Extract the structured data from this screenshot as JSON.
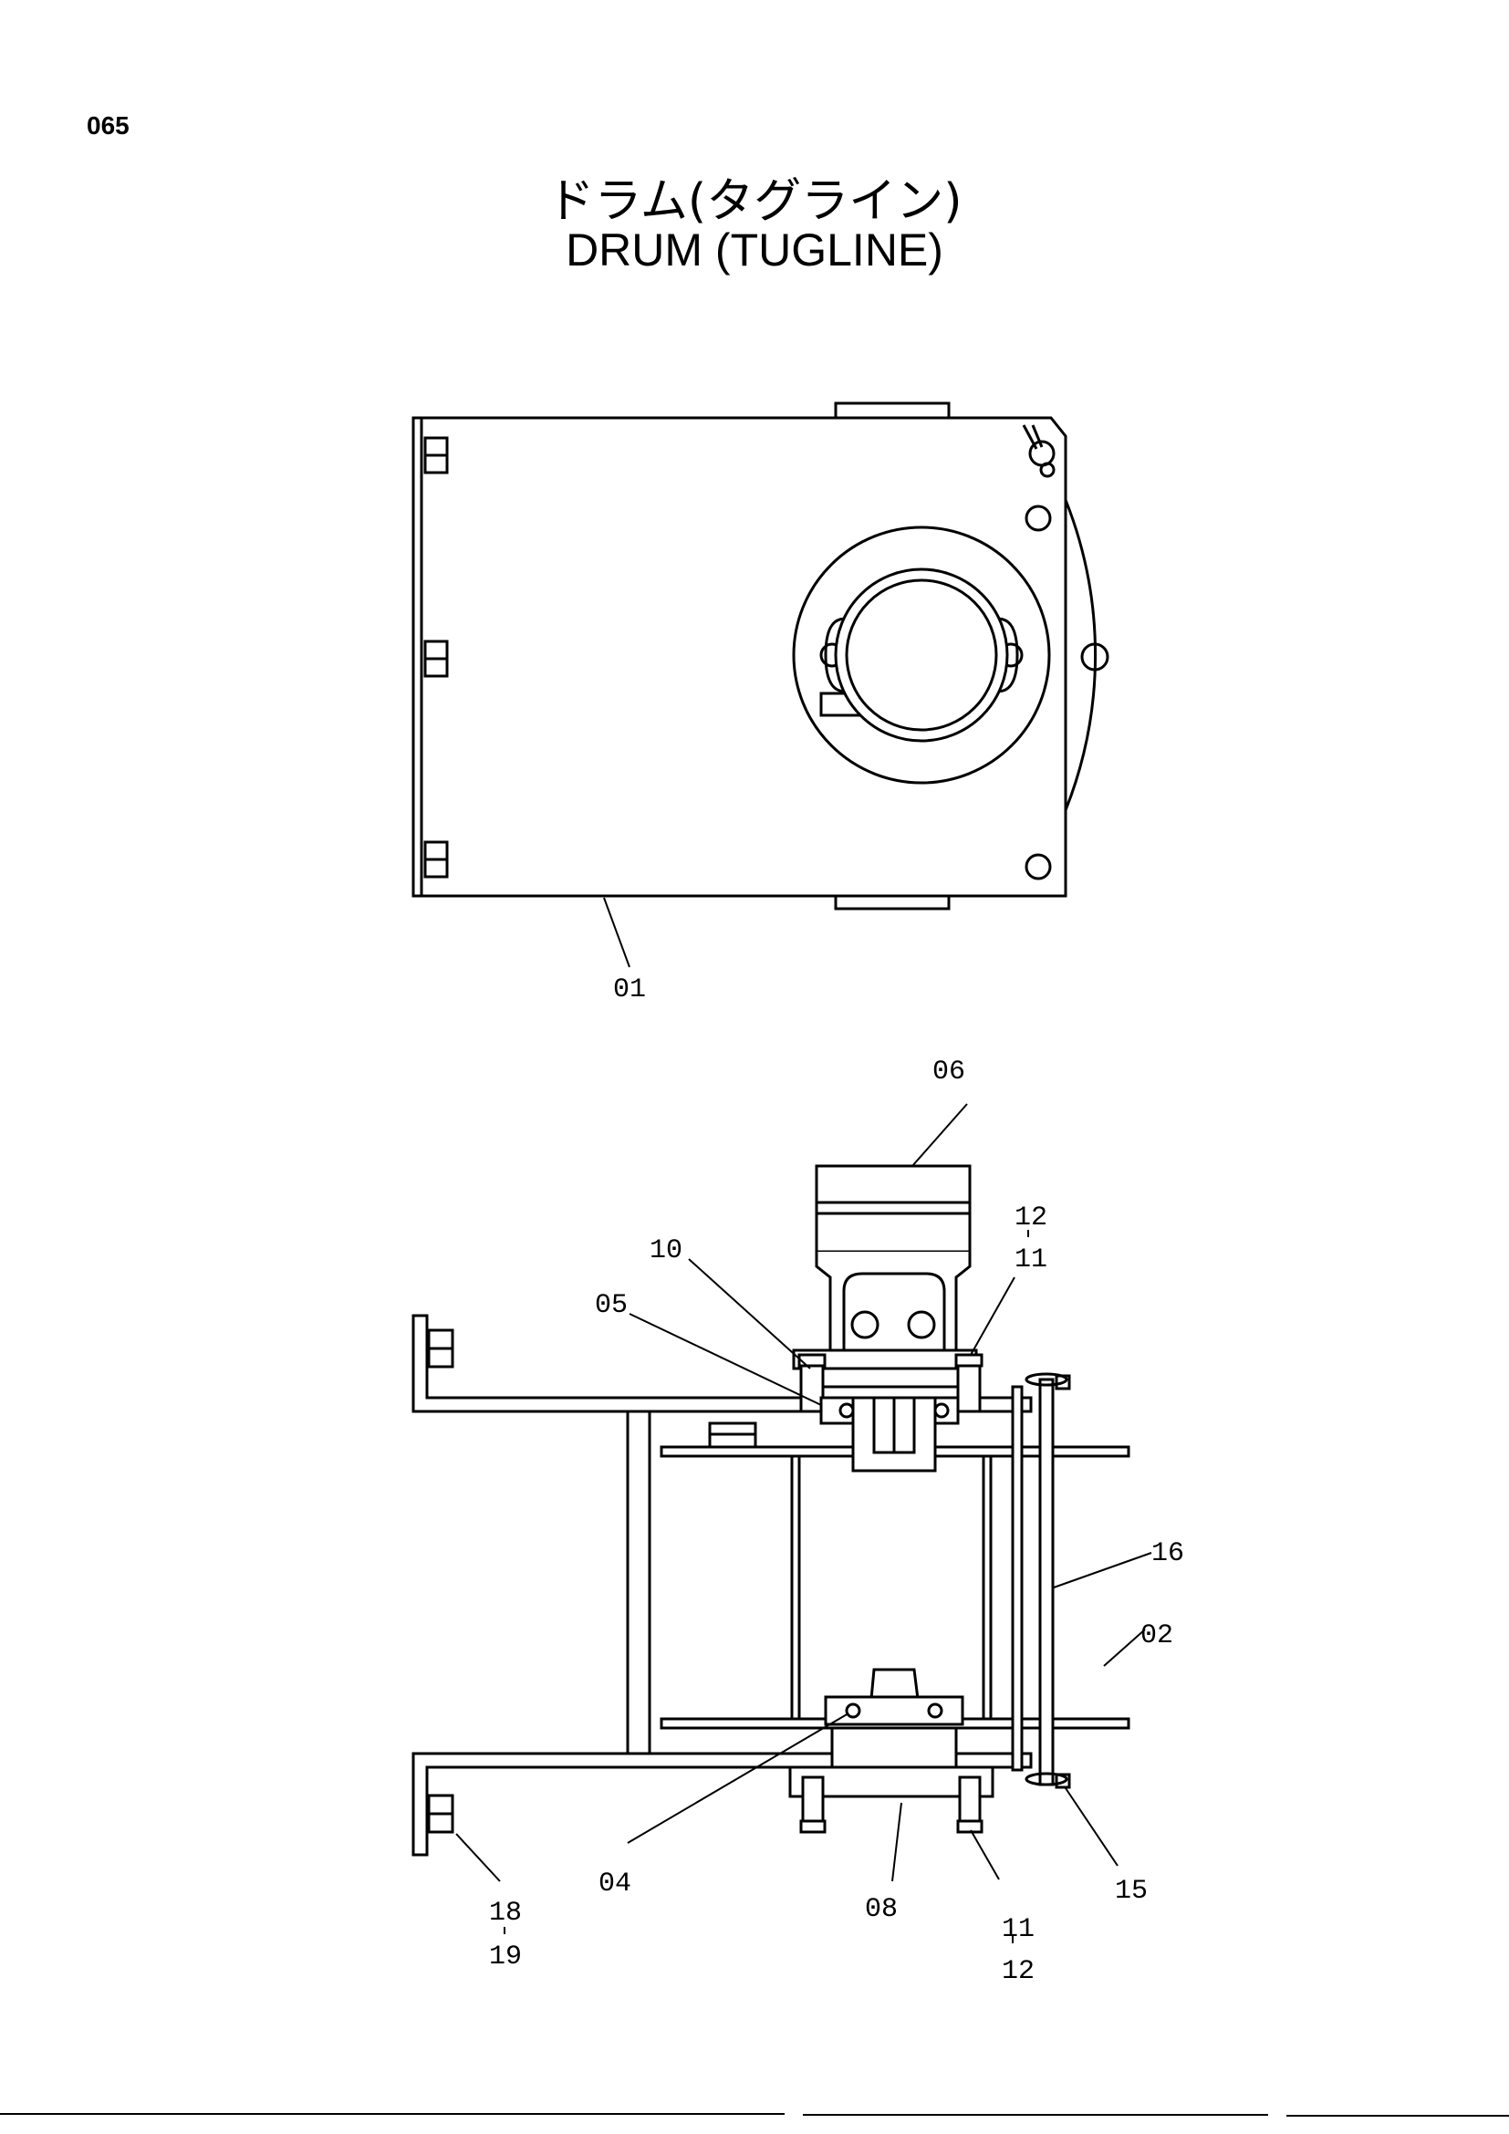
{
  "page_number": "065",
  "title_jp": "ドラム(タグライン)",
  "title_en": "DRUM (TUGLINE)",
  "labels": {
    "p01": "01",
    "p02": "02",
    "p04": "04",
    "p05": "05",
    "p06": "06",
    "p08": "08",
    "p10": "10",
    "p11_top": "11",
    "p12_top": "12",
    "p11_bot": "11",
    "p12_bot": "12",
    "p15": "15",
    "p16": "16",
    "p18": "18",
    "p19": "19"
  }
}
